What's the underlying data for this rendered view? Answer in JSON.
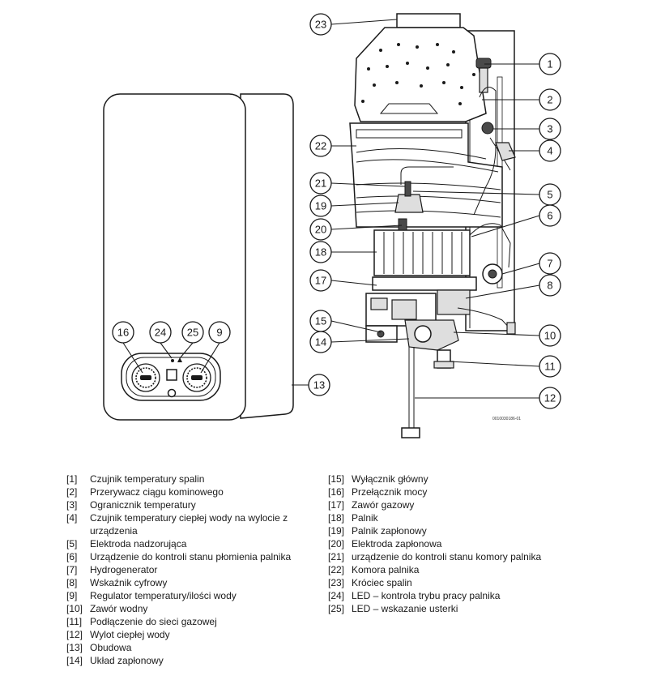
{
  "callouts": {
    "c1": "1",
    "c2": "2",
    "c3": "3",
    "c4": "4",
    "c5": "5",
    "c6": "6",
    "c7": "7",
    "c8": "8",
    "c9": "9",
    "c10": "10",
    "c11": "11",
    "c12": "12",
    "c13": "13",
    "c14": "14",
    "c15": "15",
    "c16": "16",
    "c17": "17",
    "c18": "18",
    "c19": "19",
    "c20": "20",
    "c21": "21",
    "c22": "22",
    "c23": "23",
    "c24": "24",
    "c25": "25"
  },
  "doc_ref": "0010030186-01",
  "legend": {
    "left": [
      {
        "key": "[1]",
        "label": "Czujnik temperatury spalin"
      },
      {
        "key": "[2]",
        "label": "Przerywacz ciągu kominowego"
      },
      {
        "key": "[3]",
        "label": "Ogranicznik temperatury"
      },
      {
        "key": "[4]",
        "label": "Czujnik temperatury ciepłej wody na wylocie z urządzenia"
      },
      {
        "key": "[5]",
        "label": "Elektroda nadzorująca"
      },
      {
        "key": "[6]",
        "label": "Urządzenie do kontroli stanu płomienia palnika"
      },
      {
        "key": "[7]",
        "label": "Hydrogenerator"
      },
      {
        "key": "[8]",
        "label": "Wskaźnik cyfrowy"
      },
      {
        "key": "[9]",
        "label": "Regulator temperatury/ilości wody"
      },
      {
        "key": "[10]",
        "label": "Zawór wodny"
      },
      {
        "key": "[11]",
        "label": "Podłączenie do sieci gazowej"
      },
      {
        "key": "[12]",
        "label": "Wylot ciepłej wody"
      },
      {
        "key": "[13]",
        "label": "Obudowa"
      },
      {
        "key": "[14]",
        "label": "Układ zapłonowy"
      }
    ],
    "right": [
      {
        "key": "[15]",
        "label": "Wyłącznik główny"
      },
      {
        "key": "[16]",
        "label": "Przełącznik mocy"
      },
      {
        "key": "[17]",
        "label": "Zawór gazowy"
      },
      {
        "key": "[18]",
        "label": "Palnik"
      },
      {
        "key": "[19]",
        "label": "Palnik zapłonowy"
      },
      {
        "key": "[20]",
        "label": "Elektroda zapłonowa"
      },
      {
        "key": "[21]",
        "label": "urządzenie do kontroli stanu komory palnika"
      },
      {
        "key": "[22]",
        "label": "Komora palnika"
      },
      {
        "key": "[23]",
        "label": "Króciec spalin"
      },
      {
        "key": "[24]",
        "label": "LED – kontrola trybu pracy palnika"
      },
      {
        "key": "[25]",
        "label": "LED – wskazanie usterki"
      }
    ]
  }
}
